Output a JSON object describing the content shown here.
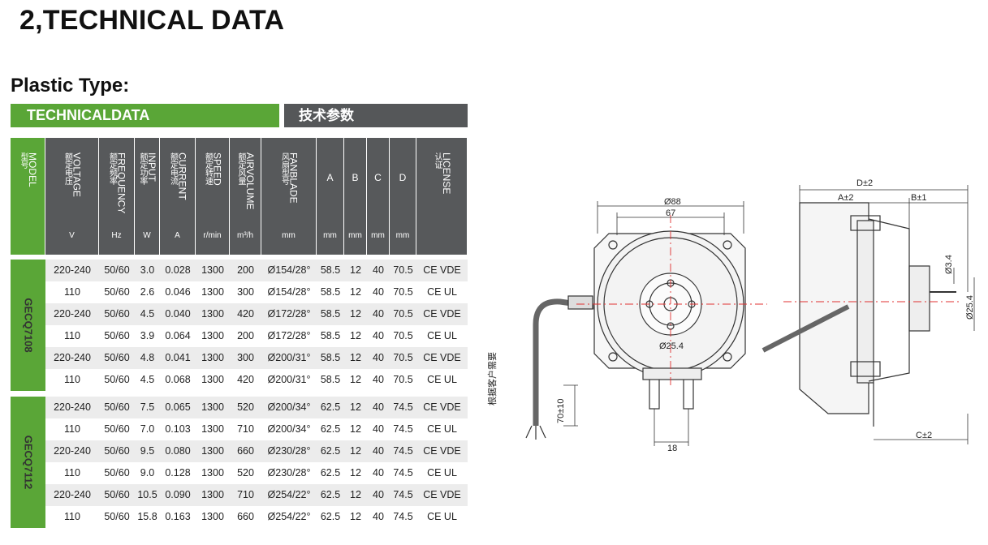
{
  "page": {
    "section_title": "2,TECHNICAL DATA",
    "subtitle": "Plastic Type:"
  },
  "banner": {
    "left": "TECHNICALDATA",
    "right": "技术参数"
  },
  "table": {
    "columns": [
      {
        "en": "MODEL",
        "cn": "型号",
        "unit": ""
      },
      {
        "en": "VOLTAGE",
        "cn": "额定电压",
        "unit": "V"
      },
      {
        "en": "FREQUENCY",
        "cn": "额定频率",
        "unit": "Hz"
      },
      {
        "en": "INPUT",
        "cn": "额定功率",
        "unit": "W"
      },
      {
        "en": "CURRENT",
        "cn": "额定电流",
        "unit": "A"
      },
      {
        "en": "SPEED",
        "cn": "额定转速",
        "unit": "r/min"
      },
      {
        "en": "AIRVOLUME",
        "cn": "额定风量",
        "unit": "m³/h"
      },
      {
        "en": "FANBLADE",
        "cn": "风扇型号",
        "unit": "mm"
      },
      {
        "en": "A",
        "cn": "",
        "unit": "mm"
      },
      {
        "en": "B",
        "cn": "",
        "unit": "mm"
      },
      {
        "en": "C",
        "cn": "",
        "unit": "mm"
      },
      {
        "en": "D",
        "cn": "",
        "unit": "mm"
      },
      {
        "en": "LICENSE",
        "cn": "认证",
        "unit": ""
      }
    ],
    "groups": [
      {
        "model": "GECQ7108",
        "rows": [
          [
            "220-240",
            "50/60",
            "3.0",
            "0.028",
            "1300",
            "200",
            "Ø154/28°",
            "58.5",
            "12",
            "40",
            "70.5",
            "CE VDE"
          ],
          [
            "110",
            "50/60",
            "2.6",
            "0.046",
            "1300",
            "300",
            "Ø154/28°",
            "58.5",
            "12",
            "40",
            "70.5",
            "CE UL"
          ],
          [
            "220-240",
            "50/60",
            "4.5",
            "0.040",
            "1300",
            "420",
            "Ø172/28°",
            "58.5",
            "12",
            "40",
            "70.5",
            "CE VDE"
          ],
          [
            "110",
            "50/60",
            "3.9",
            "0.064",
            "1300",
            "200",
            "Ø172/28°",
            "58.5",
            "12",
            "40",
            "70.5",
            "CE UL"
          ],
          [
            "220-240",
            "50/60",
            "4.8",
            "0.041",
            "1300",
            "300",
            "Ø200/31°",
            "58.5",
            "12",
            "40",
            "70.5",
            "CE VDE"
          ],
          [
            "110",
            "50/60",
            "4.5",
            "0.068",
            "1300",
            "420",
            "Ø200/31°",
            "58.5",
            "12",
            "40",
            "70.5",
            "CE UL"
          ]
        ]
      },
      {
        "model": "GECQ7112",
        "rows": [
          [
            "220-240",
            "50/60",
            "7.5",
            "0.065",
            "1300",
            "520",
            "Ø200/34°",
            "62.5",
            "12",
            "40",
            "74.5",
            "CE VDE"
          ],
          [
            "110",
            "50/60",
            "7.0",
            "0.103",
            "1300",
            "710",
            "Ø200/34°",
            "62.5",
            "12",
            "40",
            "74.5",
            "CE UL"
          ],
          [
            "220-240",
            "50/60",
            "9.5",
            "0.080",
            "1300",
            "660",
            "Ø230/28°",
            "62.5",
            "12",
            "40",
            "74.5",
            "CE VDE"
          ],
          [
            "110",
            "50/60",
            "9.0",
            "0.128",
            "1300",
            "520",
            "Ø230/28°",
            "62.5",
            "12",
            "40",
            "74.5",
            "CE UL"
          ],
          [
            "220-240",
            "50/60",
            "10.5",
            "0.090",
            "1300",
            "710",
            "Ø254/22°",
            "62.5",
            "12",
            "40",
            "74.5",
            "CE VDE"
          ],
          [
            "110",
            "50/60",
            "15.8",
            "0.163",
            "1300",
            "660",
            "Ø254/22°",
            "62.5",
            "12",
            "40",
            "74.5",
            "CE UL"
          ]
        ]
      }
    ]
  },
  "diagram": {
    "dims": {
      "d88": "Ø88",
      "d67": "67",
      "d254": "Ø25.4",
      "d18": "18",
      "h70": "70±10",
      "cn_note": "根据客户需要",
      "D": "D±2",
      "A": "A±2",
      "B": "B±1",
      "C": "C±2",
      "d34": "Ø3.4",
      "d254b": "Ø25.4"
    },
    "colors": {
      "line": "#333333",
      "centerline": "#e03030",
      "fill": "#f7f7f7"
    }
  }
}
